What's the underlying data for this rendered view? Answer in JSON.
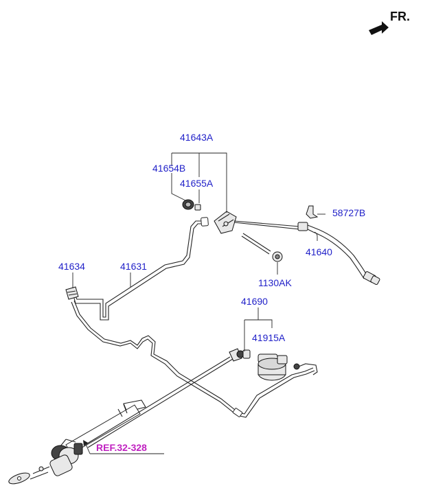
{
  "direction": {
    "label": "FR."
  },
  "labels": {
    "p41643A": "41643A",
    "p41654B": "41654B",
    "p41655A": "41655A",
    "p58727B": "58727B",
    "p41640": "41640",
    "p41634": "41634",
    "p41631": "41631",
    "p1130AK": "1130AK",
    "p41690": "41690",
    "p41915A": "41915A",
    "ref": "REF.32-328"
  },
  "colors": {
    "label": "#1f1fc8",
    "reference": "#c020c0",
    "line": "#222222"
  }
}
